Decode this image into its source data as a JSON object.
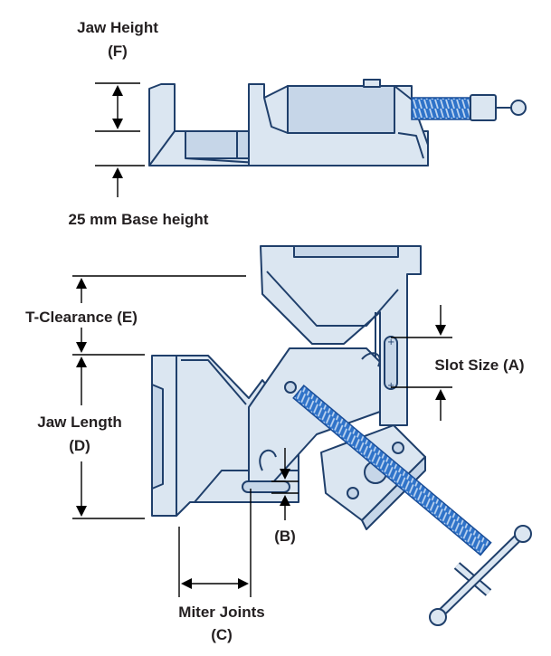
{
  "labels": {
    "jaw_height": "Jaw Height",
    "jaw_height_code": "(F)",
    "base_height": "25 mm Base height",
    "t_clearance": "T-Clearance (E)",
    "slot_size": "Slot Size (A)",
    "jaw_length": "Jaw Length",
    "jaw_length_code": "(D)",
    "b_code": "(B)",
    "miter_joints": "Miter Joints",
    "miter_joints_code": "(C)"
  },
  "colors": {
    "body_fill": "#dbe6f1",
    "outline": "#1f3f6b",
    "screw": "#2f73c9",
    "dimension_lines": "#000000"
  },
  "icons": [
    "lead-screw",
    "t-handle",
    "dimension-arrow"
  ]
}
